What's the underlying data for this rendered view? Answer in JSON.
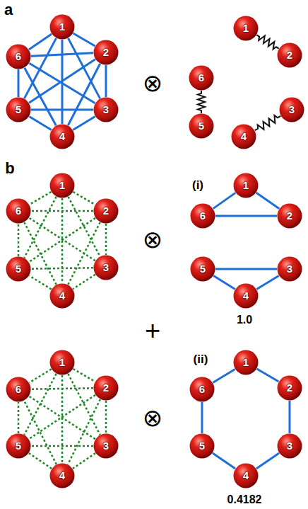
{
  "diagram": {
    "nodes": [
      {
        "text": [
          "1"
        ]
      },
      {
        "text": [
          "2"
        ]
      },
      {
        "text": [
          "3"
        ]
      },
      {
        "text": [
          "4"
        ]
      },
      {
        "text": [
          "5"
        ]
      },
      {
        "text": [
          "6"
        ]
      },
      {
        "text": [
          "1"
        ]
      },
      {
        "text": [
          "2"
        ]
      },
      {
        "text": [
          "3"
        ]
      },
      {
        "text": [
          "4"
        ]
      },
      {
        "text": [
          "5"
        ]
      },
      {
        "text": [
          "6"
        ]
      },
      {
        "text": [
          "1"
        ]
      },
      {
        "text": [
          "2"
        ]
      },
      {
        "text": [
          "3"
        ]
      },
      {
        "text": [
          "4"
        ]
      },
      {
        "text": [
          "5"
        ]
      },
      {
        "text": [
          "6"
        ]
      },
      {
        "text": [
          "1"
        ]
      },
      {
        "text": [
          "2"
        ]
      },
      {
        "text": [
          "3"
        ]
      },
      {
        "text": [
          "4"
        ]
      },
      {
        "text": [
          "5"
        ]
      },
      {
        "text": [
          "6"
        ]
      },
      {
        "text": [
          "1"
        ]
      },
      {
        "text": [
          "2"
        ]
      },
      {
        "text": [
          "3"
        ]
      },
      {
        "text": [
          "4"
        ]
      },
      {
        "text": [
          "5"
        ]
      },
      {
        "text": [
          "6"
        ]
      },
      {
        "text": [
          "1"
        ]
      },
      {
        "text": [
          "2"
        ]
      },
      {
        "text": [
          "3"
        ]
      },
      {
        "text": [
          "4"
        ]
      },
      {
        "text": [
          "5"
        ]
      },
      {
        "text": [
          "6"
        ]
      }
    ],
    "edges": [
      {
        "from": 0,
        "to": 1,
        "arrow": "none"
      },
      {
        "from": 0,
        "to": 2,
        "arrow": "none"
      },
      {
        "from": 0,
        "to": 3,
        "arrow": "none"
      },
      {
        "from": 0,
        "to": 4,
        "arrow": "none"
      },
      {
        "from": 0,
        "to": 5,
        "arrow": "none"
      },
      {
        "from": 1,
        "to": 2,
        "arrow": "none"
      },
      {
        "from": 1,
        "to": 3,
        "arrow": "none"
      },
      {
        "from": 1,
        "to": 4,
        "arrow": "none"
      },
      {
        "from": 1,
        "to": 5,
        "arrow": "none"
      },
      {
        "from": 2,
        "to": 3,
        "arrow": "none"
      },
      {
        "from": 2,
        "to": 4,
        "arrow": "none"
      },
      {
        "from": 2,
        "to": 5,
        "arrow": "none"
      },
      {
        "from": 3,
        "to": 4,
        "arrow": "none"
      },
      {
        "from": 3,
        "to": 5,
        "arrow": "none"
      },
      {
        "from": 4,
        "to": 5,
        "arrow": "none"
      },
      {
        "from": 6,
        "to": 7,
        "arrow": "none"
      },
      {
        "from": 11,
        "to": 10,
        "arrow": "none"
      },
      {
        "from": 8,
        "to": 9,
        "arrow": "none"
      },
      {
        "from": 12,
        "to": 13,
        "arrow": "none"
      },
      {
        "from": 12,
        "to": 14,
        "arrow": "none"
      },
      {
        "from": 12,
        "to": 15,
        "arrow": "none"
      },
      {
        "from": 12,
        "to": 16,
        "arrow": "none"
      },
      {
        "from": 12,
        "to": 17,
        "arrow": "none"
      },
      {
        "from": 13,
        "to": 14,
        "arrow": "none"
      },
      {
        "from": 13,
        "to": 15,
        "arrow": "none"
      },
      {
        "from": 13,
        "to": 16,
        "arrow": "none"
      },
      {
        "from": 13,
        "to": 17,
        "arrow": "none"
      },
      {
        "from": 14,
        "to": 15,
        "arrow": "none"
      },
      {
        "from": 14,
        "to": 16,
        "arrow": "none"
      },
      {
        "from": 14,
        "to": 17,
        "arrow": "none"
      },
      {
        "from": 15,
        "to": 16,
        "arrow": "none"
      },
      {
        "from": 15,
        "to": 17,
        "arrow": "none"
      },
      {
        "from": 16,
        "to": 17,
        "arrow": "none"
      },
      {
        "from": 18,
        "to": 23,
        "arrow": "none"
      },
      {
        "from": 18,
        "to": 19,
        "arrow": "none"
      },
      {
        "from": 23,
        "to": 19,
        "arrow": "none"
      },
      {
        "from": 22,
        "to": 20,
        "arrow": "none"
      },
      {
        "from": 22,
        "to": 21,
        "arrow": "none"
      },
      {
        "from": 20,
        "to": 21,
        "arrow": "none"
      },
      {
        "from": 24,
        "to": 25,
        "arrow": "none"
      },
      {
        "from": 24,
        "to": 26,
        "arrow": "none"
      },
      {
        "from": 24,
        "to": 27,
        "arrow": "none"
      },
      {
        "from": 24,
        "to": 28,
        "arrow": "none"
      },
      {
        "from": 24,
        "to": 29,
        "arrow": "none"
      },
      {
        "from": 25,
        "to": 26,
        "arrow": "none"
      },
      {
        "from": 25,
        "to": 27,
        "arrow": "none"
      },
      {
        "from": 25,
        "to": 28,
        "arrow": "none"
      },
      {
        "from": 25,
        "to": 29,
        "arrow": "none"
      },
      {
        "from": 26,
        "to": 27,
        "arrow": "none"
      },
      {
        "from": 26,
        "to": 28,
        "arrow": "none"
      },
      {
        "from": 26,
        "to": 29,
        "arrow": "none"
      },
      {
        "from": 27,
        "to": 28,
        "arrow": "none"
      },
      {
        "from": 27,
        "to": 29,
        "arrow": "none"
      },
      {
        "from": 28,
        "to": 29,
        "arrow": "none"
      },
      {
        "from": 30,
        "to": 31,
        "arrow": "none"
      },
      {
        "from": 31,
        "to": 32,
        "arrow": "none"
      },
      {
        "from": 32,
        "to": 33,
        "arrow": "none"
      },
      {
        "from": 33,
        "to": 34,
        "arrow": "none"
      },
      {
        "from": 34,
        "to": 35,
        "arrow": "none"
      },
      {
        "from": 35,
        "to": 30,
        "arrow": "none"
      }
    ],
    "labels": [
      "a",
      "⊗",
      "b",
      "⊗",
      "(i)",
      "1.0",
      "+",
      "⊗",
      "(ii)",
      "0.4182"
    ]
  }
}
